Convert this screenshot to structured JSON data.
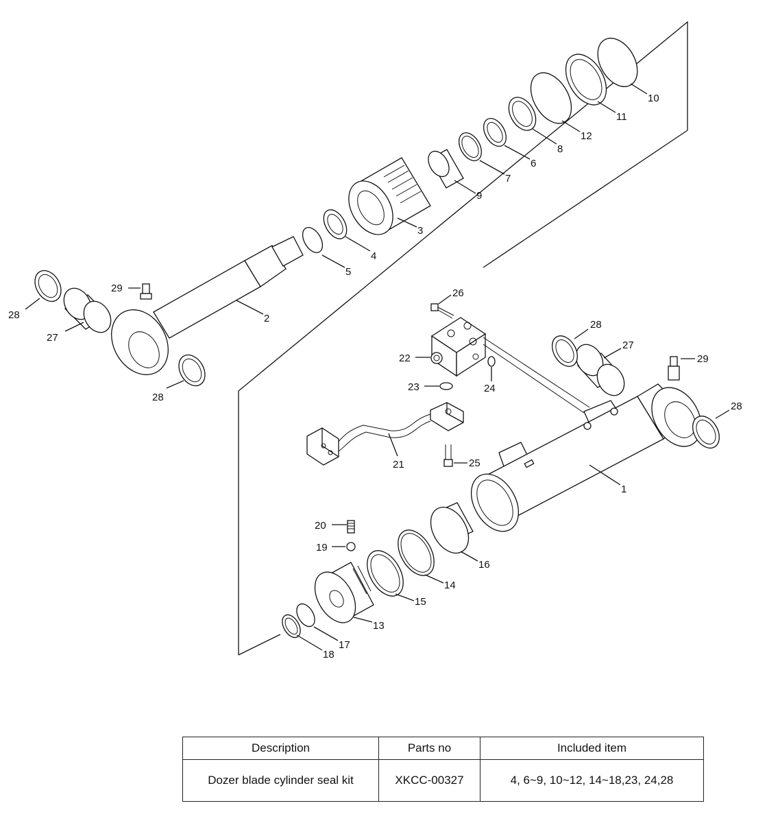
{
  "labels": [
    "1",
    "2",
    "3",
    "4",
    "5",
    "6",
    "7",
    "8",
    "9",
    "10",
    "11",
    "12",
    "13",
    "14",
    "15",
    "16",
    "17",
    "18",
    "19",
    "20",
    "21",
    "22",
    "23",
    "24",
    "25",
    "26",
    "27",
    "28",
    "29"
  ],
  "table": {
    "headers": [
      "Description",
      "Parts no",
      "Included item"
    ],
    "rows": [
      [
        "Dozer blade cylinder seal kit",
        "XKCC-00327",
        "4, 6~9, 10~12, 14~18,23, 24,28"
      ]
    ]
  }
}
